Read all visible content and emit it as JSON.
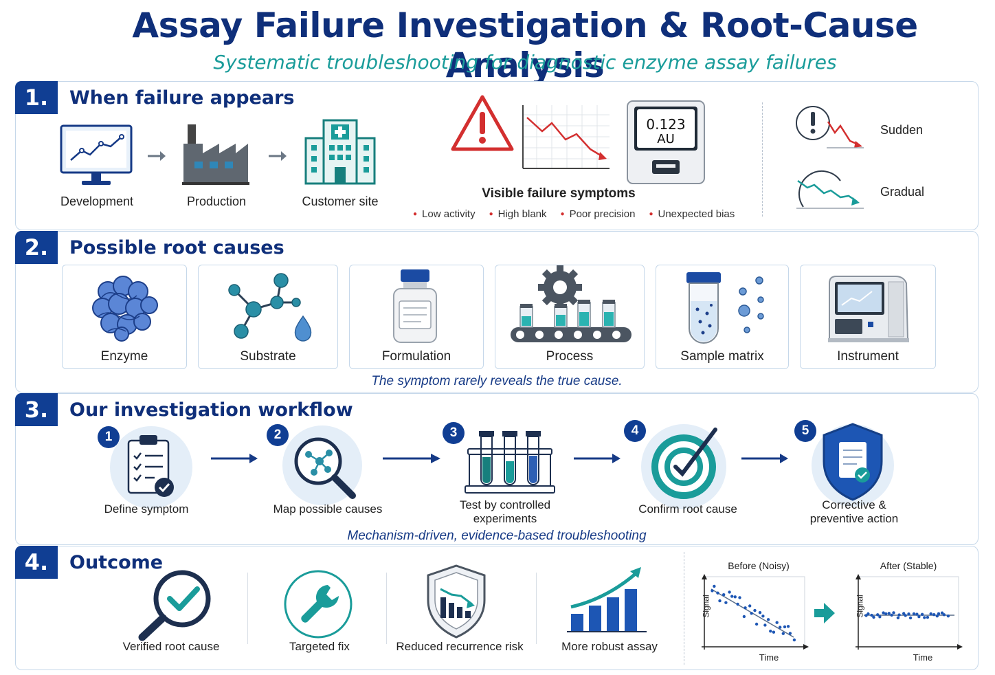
{
  "header": {
    "title": "Assay Failure Investigation & Root-Cause Analysis",
    "subtitle": "Systematic troubleshooting for diagnostic enzyme assay failures"
  },
  "section1": {
    "number": "1.",
    "title": "When failure appears",
    "stages": [
      "Development",
      "Production",
      "Customer site"
    ],
    "reader_value": "0.123",
    "reader_unit": "AU",
    "symptoms_title": "Visible failure symptoms",
    "symptoms": [
      "Low activity",
      "High blank",
      "Poor precision",
      "Unexpected bias"
    ],
    "onset": [
      "Sudden",
      "Gradual"
    ]
  },
  "section2": {
    "number": "2.",
    "title": "Possible root causes",
    "causes": [
      "Enzyme",
      "Substrate",
      "Formulation",
      "Process",
      "Sample matrix",
      "Instrument"
    ],
    "note": "The symptom rarely reveals the true cause."
  },
  "section3": {
    "number": "3.",
    "title": "Our investigation workflow",
    "steps": [
      {
        "num": "1",
        "label": "Define symptom"
      },
      {
        "num": "2",
        "label": "Map possible causes"
      },
      {
        "num": "3",
        "label": "Test by controlled",
        "label2": "experiments"
      },
      {
        "num": "4",
        "label": "Confirm root cause"
      },
      {
        "num": "5",
        "label": "Corrective &",
        "label2": "preventive action"
      }
    ],
    "note": "Mechanism-driven, evidence-based troubleshooting"
  },
  "section4": {
    "number": "4.",
    "title": "Outcome",
    "outcomes": [
      "Verified root cause",
      "Targeted fix",
      "Reduced recurrence risk",
      "More robust assay"
    ],
    "charts": [
      {
        "title": "Before (Noisy)",
        "xlabel": "Time",
        "ylabel": "Signal"
      },
      {
        "title": "After (Stable)",
        "xlabel": "Time",
        "ylabel": "Signal"
      }
    ]
  },
  "colors": {
    "navy": "#0f2f7a",
    "teal": "#1a9c9a",
    "alert_red": "#d32f2f",
    "panel_border": "#c6d8ea"
  }
}
